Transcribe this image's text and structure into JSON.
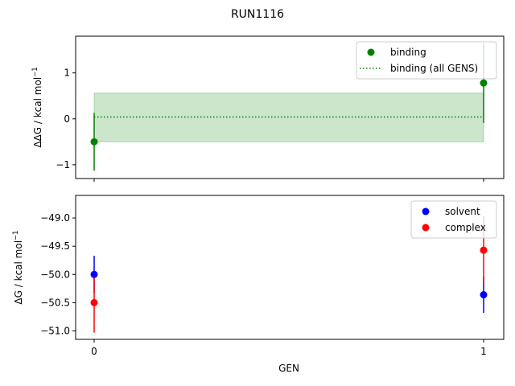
{
  "figure_title": "RUN1116",
  "x_tick_labels": [
    "0",
    "1"
  ],
  "xlabel": "GEN",
  "colors": {
    "binding": "#008000",
    "band": "#008000",
    "solvent": "#0000ff",
    "complex": "#ff0000"
  },
  "chart_data": [
    {
      "type": "scatter",
      "panel": "top",
      "ylabel_prefix": "ΔΔG / kcal mol",
      "ylabel_sup": "−1",
      "ylim": [
        -1.3,
        1.8
      ],
      "yticks": [
        -1,
        0,
        1
      ],
      "ytick_labels": [
        "−1",
        "0",
        "1"
      ],
      "x": [
        0,
        1
      ],
      "series": [
        {
          "name": "binding",
          "x": [
            0,
            1
          ],
          "values": [
            -0.5,
            0.78
          ],
          "errors": [
            0.63,
            0.87
          ],
          "color": "#008000"
        }
      ],
      "reference": {
        "name": "binding (all GENS)",
        "value": 0.04,
        "band": [
          -0.5,
          0.56
        ],
        "style": "dotted"
      },
      "legend": "top-right"
    },
    {
      "type": "scatter",
      "panel": "bottom",
      "ylabel_prefix": "ΔG / kcal mol",
      "ylabel_sup": "−1",
      "ylim": [
        -51.15,
        -48.6
      ],
      "yticks": [
        -51.0,
        -50.5,
        -50.0,
        -49.5,
        -49.0
      ],
      "ytick_labels": [
        "−51.0",
        "−50.5",
        "−50.0",
        "−49.5",
        "−49.0"
      ],
      "x": [
        0,
        1
      ],
      "series": [
        {
          "name": "solvent",
          "x": [
            0,
            1
          ],
          "values": [
            -50.0,
            -50.36
          ],
          "errors": [
            0.33,
            0.32
          ],
          "color": "#0000ff"
        },
        {
          "name": "complex",
          "x": [
            0,
            1
          ],
          "values": [
            -50.5,
            -49.57
          ],
          "errors": [
            0.53,
            0.6
          ],
          "color": "#ff0000"
        }
      ],
      "legend": "top-right"
    }
  ]
}
